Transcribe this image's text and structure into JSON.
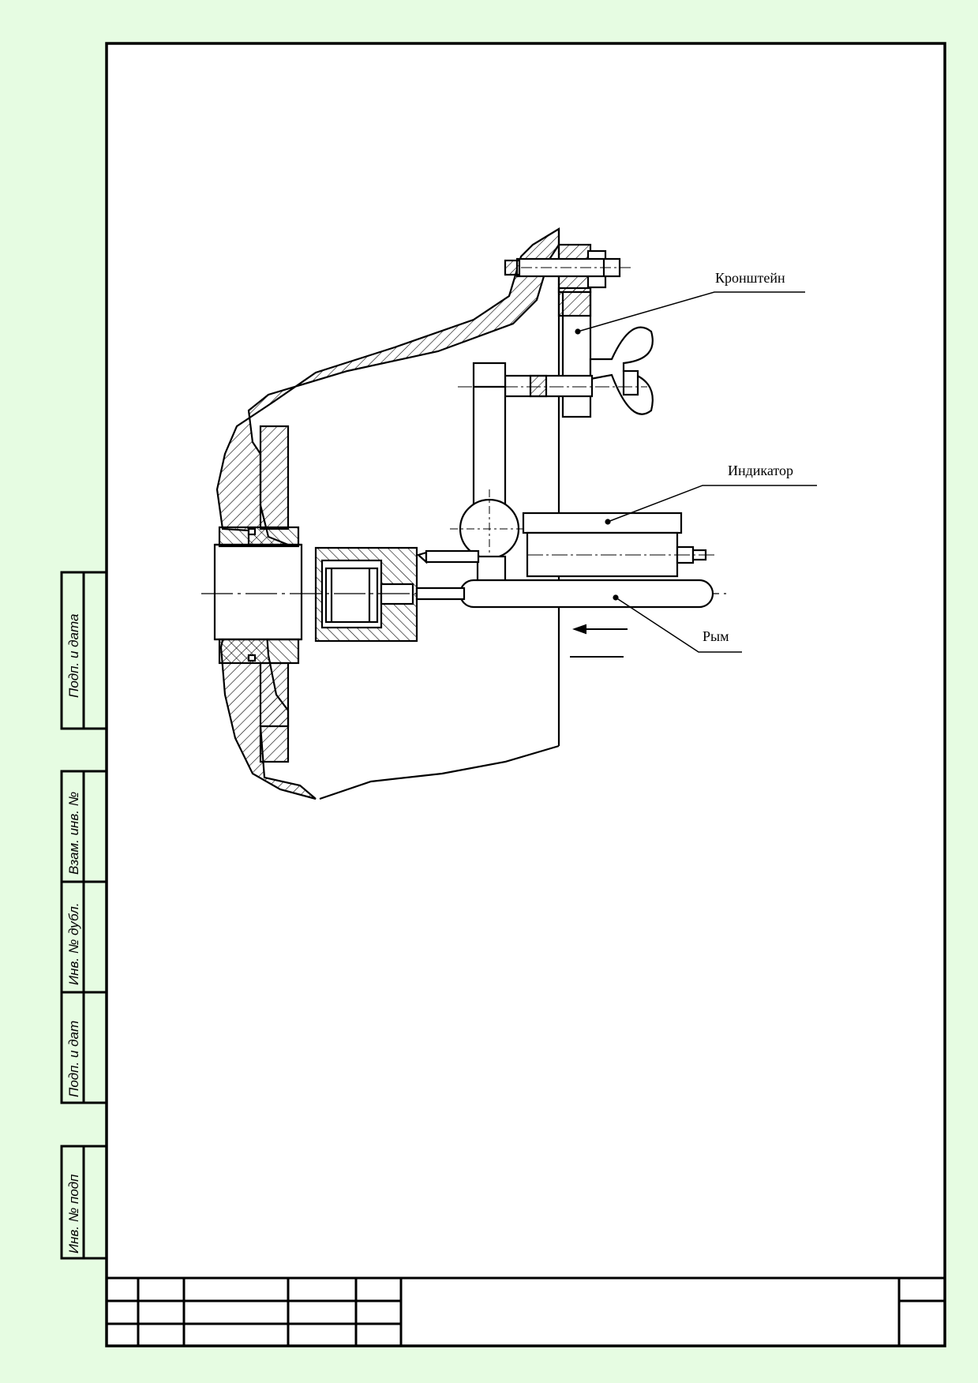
{
  "drawing": {
    "callouts": {
      "bracket": "Кронштейн",
      "indicator": "Индикатор",
      "eyebolt": "Рым"
    }
  },
  "side_stamp": {
    "sign_date_top": "Подп. и дата",
    "replaced_inv": "Взам. инв. №",
    "dup_inv": "Инв. № дубл.",
    "sign_date_mid": "Подп. и дат",
    "orig_inv": "Инв. № подп"
  },
  "title_block": {
    "cells": []
  },
  "colors": {
    "page_background": "#e6fce2",
    "sheet": "#ffffff",
    "ink": "#000000"
  }
}
